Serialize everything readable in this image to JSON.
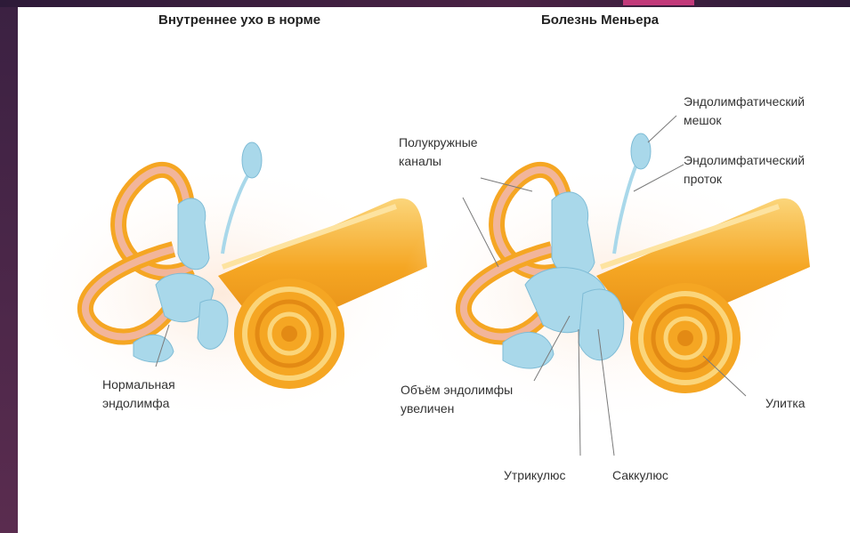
{
  "titles": {
    "normal": "Внутреннее ухо в норме",
    "disease": "Болезнь Меньера"
  },
  "labels": {
    "normal_endolymph_1": "Нормальная",
    "normal_endolymph_2": "эндолимфа",
    "semicircular_1": "Полукружные",
    "semicircular_2": "каналы",
    "volume_1": "Объём эндолимфы",
    "volume_2": "увеличен",
    "sac_1": "Эндолимфатический",
    "sac_2": "мешок",
    "duct_1": "Эндолимфатический",
    "duct_2": "проток",
    "cochlea": "Улитка",
    "utricle": "Утрикулюс",
    "saccule": "Саккулюс"
  },
  "colors": {
    "bone_orange": "#f5a623",
    "bone_light": "#fbd57a",
    "canal_pink": "#f2b59a",
    "fluid_blue": "#a9d8ea",
    "fluid_edge": "#7fbcd6",
    "leader": "#7a7a7a"
  }
}
